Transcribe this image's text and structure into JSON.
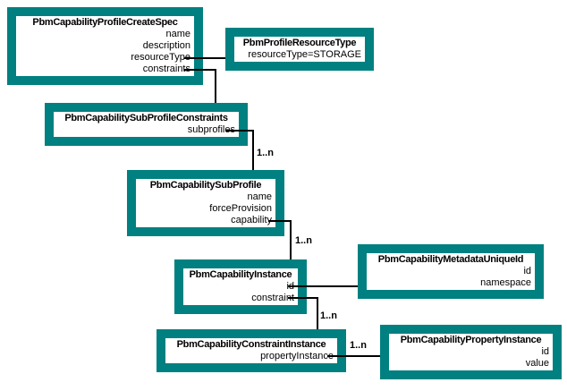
{
  "diagram": {
    "type": "class-diagram",
    "background": "#ffffff",
    "accent_color": "#008080",
    "line_color": "#000000",
    "classes": [
      {
        "name": "PbmCapabilityProfileCreateSpec",
        "fields": [
          "name",
          "description",
          "resourceType",
          "constraints"
        ]
      },
      {
        "name": "PbmProfileResourceType",
        "fields": [
          "resourceType=STORAGE"
        ]
      },
      {
        "name": "PbmCapabilitySubProfileConstraints",
        "fields": [
          "subprofiles"
        ]
      },
      {
        "name": "PbmCapabilitySubProfile",
        "fields": [
          "name",
          "forceProvision",
          "capability"
        ]
      },
      {
        "name": "PbmCapabilityInstance",
        "fields": [
          "id",
          "constraint"
        ]
      },
      {
        "name": "PbmCapabilityMetadataUniqueId",
        "fields": [
          "id",
          "namespace"
        ]
      },
      {
        "name": "PbmCapabilityConstraintInstance",
        "fields": [
          "propertyInstance"
        ]
      },
      {
        "name": "PbmCapabilityPropertyInstance",
        "fields": [
          "id",
          "value"
        ]
      }
    ],
    "connectors": [
      {
        "from": "PbmCapabilityProfileCreateSpec.resourceType",
        "to": "PbmProfileResourceType",
        "label": ""
      },
      {
        "from": "PbmCapabilityProfileCreateSpec.constraints",
        "to": "PbmCapabilitySubProfileConstraints",
        "label": ""
      },
      {
        "from": "PbmCapabilitySubProfileConstraints.subprofiles",
        "to": "PbmCapabilitySubProfile",
        "label": "1..n"
      },
      {
        "from": "PbmCapabilitySubProfile.capability",
        "to": "PbmCapabilityInstance",
        "label": "1..n"
      },
      {
        "from": "PbmCapabilityInstance.id",
        "to": "PbmCapabilityMetadataUniqueId",
        "label": ""
      },
      {
        "from": "PbmCapabilityInstance.constraint",
        "to": "PbmCapabilityConstraintInstance",
        "label": "1..n"
      },
      {
        "from": "PbmCapabilityConstraintInstance.propertyInstance",
        "to": "PbmCapabilityPropertyInstance",
        "label": "1..n"
      }
    ]
  }
}
